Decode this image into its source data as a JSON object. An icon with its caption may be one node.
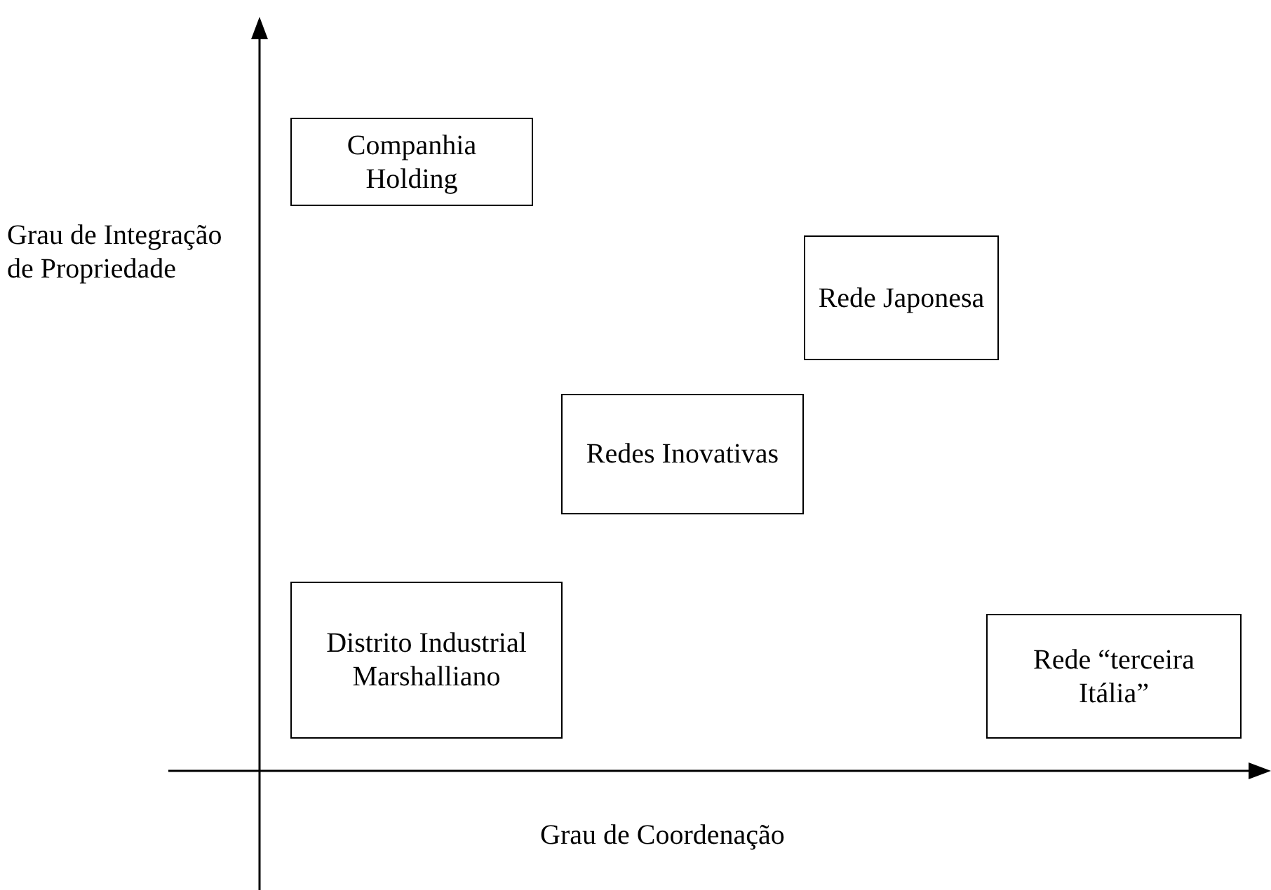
{
  "diagram": {
    "nodes": [
      {
        "text": [
          "Companhia Holding"
        ]
      },
      {
        "text": [
          "Rede Japonesa"
        ]
      },
      {
        "text": [
          "Redes Inovativas"
        ]
      },
      {
        "text": [
          "Distrito Industrial Marshalliano"
        ]
      },
      {
        "text": [
          "Rede “terceira Itália”"
        ]
      }
    ],
    "labels": [
      "Grau de Integração de Propriedade",
      "Grau de Coordenação"
    ]
  }
}
